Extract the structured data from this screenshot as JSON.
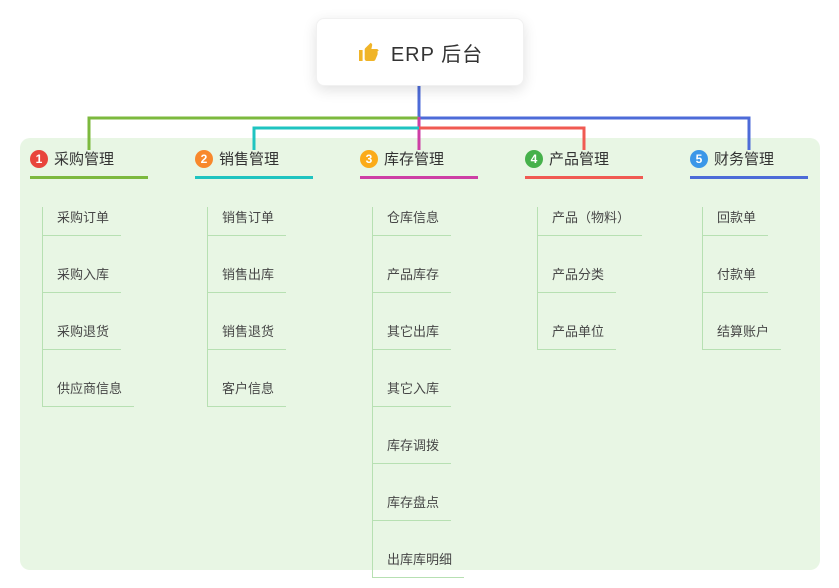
{
  "root": {
    "title": "ERP 后台",
    "icon": "thumbs-up-icon",
    "icon_color": "#f0b428"
  },
  "colors": {
    "panel_bg": "#e8f6e4",
    "item_line": "#b7e0b2",
    "root_text": "#333333"
  },
  "connector": {
    "stem_color": "#4d6bd8"
  },
  "branches": [
    {
      "number": "1",
      "title": "采购管理",
      "badge_color": "#e8453c",
      "line_color": "#7cb93e",
      "items": [
        "采购订单",
        "采购入库",
        "采购退货",
        "供应商信息"
      ]
    },
    {
      "number": "2",
      "title": "销售管理",
      "badge_color": "#f8882c",
      "line_color": "#1fc4c0",
      "items": [
        "销售订单",
        "销售出库",
        "销售退货",
        "客户信息"
      ]
    },
    {
      "number": "3",
      "title": "库存管理",
      "badge_color": "#fbab19",
      "line_color": "#cd3fa5",
      "items": [
        "仓库信息",
        "产品库存",
        "其它出库",
        "其它入库",
        "库存调拨",
        "库存盘点",
        "出库库明细"
      ]
    },
    {
      "number": "4",
      "title": "产品管理",
      "badge_color": "#46b14b",
      "line_color": "#f05a52",
      "items": [
        "产品（物料）",
        "产品分类",
        "产品单位"
      ]
    },
    {
      "number": "5",
      "title": "财务管理",
      "badge_color": "#3b97e8",
      "line_color": "#4d6bd8",
      "items": [
        "回款单",
        "付款单",
        "结算账户"
      ]
    }
  ]
}
